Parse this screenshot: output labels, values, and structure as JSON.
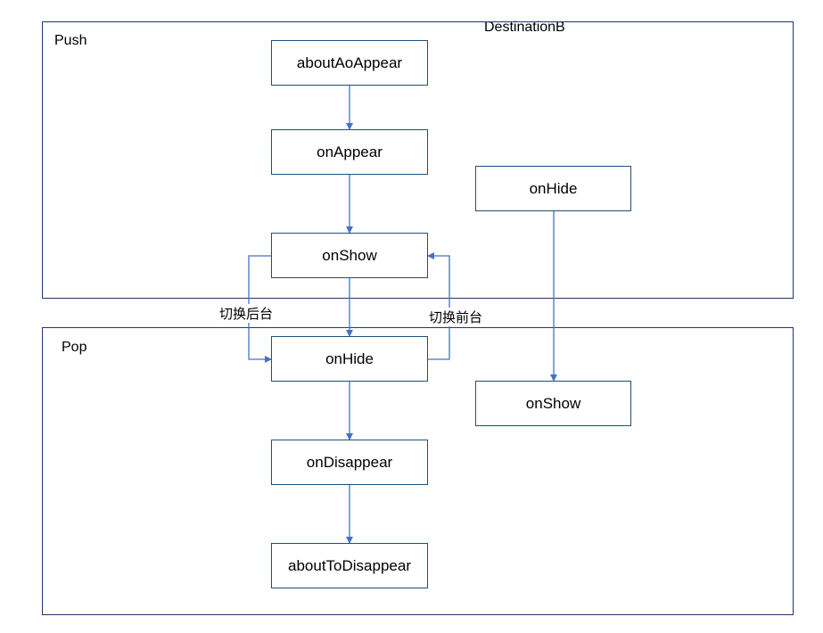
{
  "diagram": {
    "title": "DestinationB",
    "regions": {
      "push": "Push",
      "pop": "Pop"
    },
    "nodes": {
      "about_to_appear": "aboutAoAppear",
      "on_appear": "onAppear",
      "on_show_push": "onShow",
      "on_hide_pop": "onHide",
      "on_disappear": "onDisappear",
      "about_to_disappear": "aboutToDisappear",
      "on_hide_right": "onHide",
      "on_show_right": "onShow"
    },
    "edge_labels": {
      "to_background": "切换后台",
      "to_foreground": "切换前台"
    },
    "colors": {
      "arrow": "#4472c4",
      "border": "#1f3864"
    }
  }
}
